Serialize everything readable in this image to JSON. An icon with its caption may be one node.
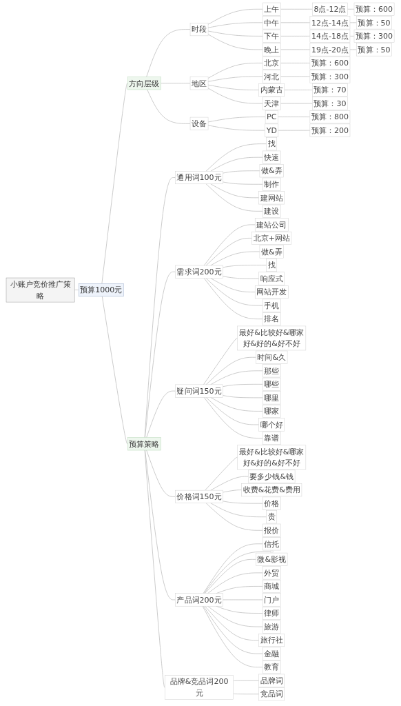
{
  "diagram": {
    "nodes": [
      {
        "text": [
          "小账户竞价推广策略"
        ]
      },
      {
        "text": [
          "预算1000元"
        ]
      },
      {
        "text": [
          "方向层级"
        ]
      },
      {
        "text": [
          "时段"
        ]
      },
      {
        "text": [
          "上午"
        ]
      },
      {
        "text": [
          "8点-12点"
        ]
      },
      {
        "text": [
          "预算：600"
        ]
      },
      {
        "text": [
          "中午"
        ]
      },
      {
        "text": [
          "12点-14点"
        ]
      },
      {
        "text": [
          "预算：50"
        ]
      },
      {
        "text": [
          "下午"
        ]
      },
      {
        "text": [
          "14点-18点"
        ]
      },
      {
        "text": [
          "预算：300"
        ]
      },
      {
        "text": [
          "晚上"
        ]
      },
      {
        "text": [
          "19点-20点"
        ]
      },
      {
        "text": [
          "预算：50"
        ]
      },
      {
        "text": [
          "地区"
        ]
      },
      {
        "text": [
          "北京"
        ]
      },
      {
        "text": [
          "预算：600"
        ]
      },
      {
        "text": [
          "河北"
        ]
      },
      {
        "text": [
          "预算：300"
        ]
      },
      {
        "text": [
          "内蒙古"
        ]
      },
      {
        "text": [
          "预算：70"
        ]
      },
      {
        "text": [
          "天津"
        ]
      },
      {
        "text": [
          "预算：30"
        ]
      },
      {
        "text": [
          "设备"
        ]
      },
      {
        "text": [
          "PC"
        ]
      },
      {
        "text": [
          "预算：800"
        ]
      },
      {
        "text": [
          "YD"
        ]
      },
      {
        "text": [
          "预算：200"
        ]
      },
      {
        "text": [
          "预算策略"
        ]
      },
      {
        "text": [
          "通用词100元"
        ]
      },
      {
        "text": [
          "找"
        ]
      },
      {
        "text": [
          "快速"
        ]
      },
      {
        "text": [
          "做&弄"
        ]
      },
      {
        "text": [
          "制作"
        ]
      },
      {
        "text": [
          "建网站"
        ]
      },
      {
        "text": [
          "建设"
        ]
      },
      {
        "text": [
          "需求词200元"
        ]
      },
      {
        "text": [
          "建站公司"
        ]
      },
      {
        "text": [
          "北京+网站"
        ]
      },
      {
        "text": [
          "做&弄"
        ]
      },
      {
        "text": [
          "找"
        ]
      },
      {
        "text": [
          "响应式"
        ]
      },
      {
        "text": [
          "网站开发"
        ]
      },
      {
        "text": [
          "手机"
        ]
      },
      {
        "text": [
          "排名"
        ]
      },
      {
        "text": [
          "疑问词150元"
        ]
      },
      {
        "text": [
          "最好&比较好&哪家好&好的&好不好"
        ]
      },
      {
        "text": [
          "时间&久"
        ]
      },
      {
        "text": [
          "那些"
        ]
      },
      {
        "text": [
          "哪些"
        ]
      },
      {
        "text": [
          "哪里"
        ]
      },
      {
        "text": [
          "哪家"
        ]
      },
      {
        "text": [
          "哪个好"
        ]
      },
      {
        "text": [
          "靠谱"
        ]
      },
      {
        "text": [
          "价格词150元"
        ]
      },
      {
        "text": [
          "最好&比较好&哪家好&好的&好不好"
        ]
      },
      {
        "text": [
          "要多少钱&钱"
        ]
      },
      {
        "text": [
          "收费&花费&费用"
        ]
      },
      {
        "text": [
          "价格"
        ]
      },
      {
        "text": [
          "贵"
        ]
      },
      {
        "text": [
          "报价"
        ]
      },
      {
        "text": [
          "产品词200元"
        ]
      },
      {
        "text": [
          "信托"
        ]
      },
      {
        "text": [],
        "shape": "box"
      },
      {
        "text": [
          "微&影视"
        ]
      },
      {
        "text": [
          "外贸"
        ]
      },
      {
        "text": [
          "商城"
        ]
      },
      {
        "text": [
          "门户"
        ]
      },
      {
        "text": [
          "律师"
        ]
      },
      {
        "text": [
          "旅游"
        ]
      },
      {
        "text": [
          "旅行社"
        ]
      },
      {
        "text": [
          "金融"
        ]
      },
      {
        "text": [
          "教育"
        ]
      },
      {
        "text": [
          "品牌&竞品词200元"
        ]
      },
      {
        "text": [
          "品牌词"
        ]
      },
      {
        "text": [
          "竞品词"
        ]
      }
    ],
    "edges": [
      {
        "from": 0,
        "to": 1,
        "arrow": "none"
      },
      {
        "from": 1,
        "to": 2,
        "arrow": "none"
      },
      {
        "from": 2,
        "to": 3,
        "arrow": "none"
      },
      {
        "from": 3,
        "to": 4,
        "arrow": "none"
      },
      {
        "from": 4,
        "to": 5,
        "arrow": "none"
      },
      {
        "from": 5,
        "to": 6,
        "arrow": "none"
      },
      {
        "from": 3,
        "to": 7,
        "arrow": "none"
      },
      {
        "from": 7,
        "to": 8,
        "arrow": "none"
      },
      {
        "from": 8,
        "to": 9,
        "arrow": "none"
      },
      {
        "from": 3,
        "to": 10,
        "arrow": "none"
      },
      {
        "from": 10,
        "to": 11,
        "arrow": "none"
      },
      {
        "from": 11,
        "to": 12,
        "arrow": "none"
      },
      {
        "from": 3,
        "to": 13,
        "arrow": "none"
      },
      {
        "from": 13,
        "to": 14,
        "arrow": "none"
      },
      {
        "from": 14,
        "to": 15,
        "arrow": "none"
      },
      {
        "from": 2,
        "to": 16,
        "arrow": "none"
      },
      {
        "from": 16,
        "to": 17,
        "arrow": "none"
      },
      {
        "from": 17,
        "to": 18,
        "arrow": "none"
      },
      {
        "from": 16,
        "to": 19,
        "arrow": "none"
      },
      {
        "from": 19,
        "to": 20,
        "arrow": "none"
      },
      {
        "from": 16,
        "to": 21,
        "arrow": "none"
      },
      {
        "from": 21,
        "to": 22,
        "arrow": "none"
      },
      {
        "from": 16,
        "to": 23,
        "arrow": "none"
      },
      {
        "from": 23,
        "to": 24,
        "arrow": "none"
      },
      {
        "from": 2,
        "to": 25,
        "arrow": "none"
      },
      {
        "from": 25,
        "to": 26,
        "arrow": "none"
      },
      {
        "from": 26,
        "to": 27,
        "arrow": "none"
      },
      {
        "from": 25,
        "to": 28,
        "arrow": "none"
      },
      {
        "from": 28,
        "to": 29,
        "arrow": "none"
      },
      {
        "from": 1,
        "to": 30,
        "arrow": "none"
      },
      {
        "from": 30,
        "to": 31,
        "arrow": "none"
      },
      {
        "from": 31,
        "to": 32,
        "arrow": "none"
      },
      {
        "from": 31,
        "to": 33,
        "arrow": "none"
      },
      {
        "from": 31,
        "to": 34,
        "arrow": "none"
      },
      {
        "from": 31,
        "to": 35,
        "arrow": "none"
      },
      {
        "from": 31,
        "to": 36,
        "arrow": "none"
      },
      {
        "from": 31,
        "to": 37,
        "arrow": "none"
      },
      {
        "from": 30,
        "to": 38,
        "arrow": "none"
      },
      {
        "from": 38,
        "to": 39,
        "arrow": "none"
      },
      {
        "from": 38,
        "to": 40,
        "arrow": "none"
      },
      {
        "from": 38,
        "to": 41,
        "arrow": "none"
      },
      {
        "from": 38,
        "to": 42,
        "arrow": "none"
      },
      {
        "from": 38,
        "to": 43,
        "arrow": "none"
      },
      {
        "from": 38,
        "to": 44,
        "arrow": "none"
      },
      {
        "from": 38,
        "to": 45,
        "arrow": "none"
      },
      {
        "from": 38,
        "to": 46,
        "arrow": "none"
      },
      {
        "from": 30,
        "to": 47,
        "arrow": "none"
      },
      {
        "from": 47,
        "to": 48,
        "arrow": "none"
      },
      {
        "from": 47,
        "to": 49,
        "arrow": "none"
      },
      {
        "from": 47,
        "to": 50,
        "arrow": "none"
      },
      {
        "from": 47,
        "to": 51,
        "arrow": "none"
      },
      {
        "from": 47,
        "to": 52,
        "arrow": "none"
      },
      {
        "from": 47,
        "to": 53,
        "arrow": "none"
      },
      {
        "from": 47,
        "to": 54,
        "arrow": "none"
      },
      {
        "from": 47,
        "to": 55,
        "arrow": "none"
      },
      {
        "from": 30,
        "to": 56,
        "arrow": "none"
      },
      {
        "from": 56,
        "to": 57,
        "arrow": "none"
      },
      {
        "from": 56,
        "to": 58,
        "arrow": "none"
      },
      {
        "from": 56,
        "to": 59,
        "arrow": "none"
      },
      {
        "from": 56,
        "to": 60,
        "arrow": "none"
      },
      {
        "from": 56,
        "to": 61,
        "arrow": "none"
      },
      {
        "from": 56,
        "to": 62,
        "arrow": "none"
      },
      {
        "from": 30,
        "to": 63,
        "arrow": "none"
      },
      {
        "from": 63,
        "to": 64,
        "arrow": "none"
      },
      {
        "from": 63,
        "to": 65,
        "arrow": "none"
      },
      {
        "from": 63,
        "to": 66,
        "arrow": "none"
      },
      {
        "from": 63,
        "to": 67,
        "arrow": "none"
      },
      {
        "from": 63,
        "to": 68,
        "arrow": "none"
      },
      {
        "from": 63,
        "to": 69,
        "arrow": "none"
      },
      {
        "from": 63,
        "to": 70,
        "arrow": "none"
      },
      {
        "from": 63,
        "to": 71,
        "arrow": "none"
      },
      {
        "from": 63,
        "to": 72,
        "arrow": "none"
      },
      {
        "from": 63,
        "to": 73,
        "arrow": "none"
      },
      {
        "from": 63,
        "to": 74,
        "arrow": "none"
      },
      {
        "from": 30,
        "to": 75,
        "arrow": "none"
      },
      {
        "from": 75,
        "to": 76,
        "arrow": "none"
      },
      {
        "from": 75,
        "to": 77,
        "arrow": "none"
      }
    ]
  }
}
